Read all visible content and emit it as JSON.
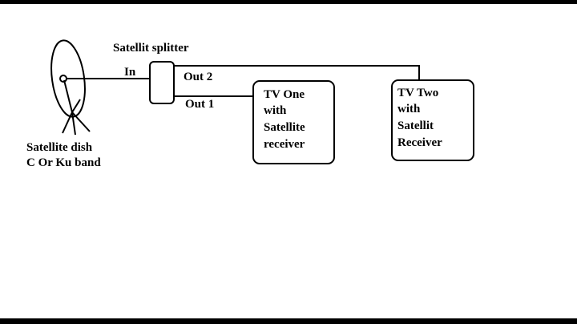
{
  "diagram": {
    "splitter": {
      "label": "Satellit splitter"
    },
    "dish": {
      "label_line1": "Satellite dish",
      "label_line2": "C Or Ku band"
    },
    "ports": {
      "in": "In",
      "out2": "Out 2",
      "out1": "Out 1"
    },
    "tv_one": {
      "line1": "TV One",
      "line2": "with",
      "line3": "Satellite",
      "line4": "receiver"
    },
    "tv_two": {
      "line1": "TV Two",
      "line2": "with",
      "line3": "Satellit",
      "line4": "Receiver"
    }
  },
  "colors": {
    "ink": "#000000",
    "background": "#ffffff"
  }
}
